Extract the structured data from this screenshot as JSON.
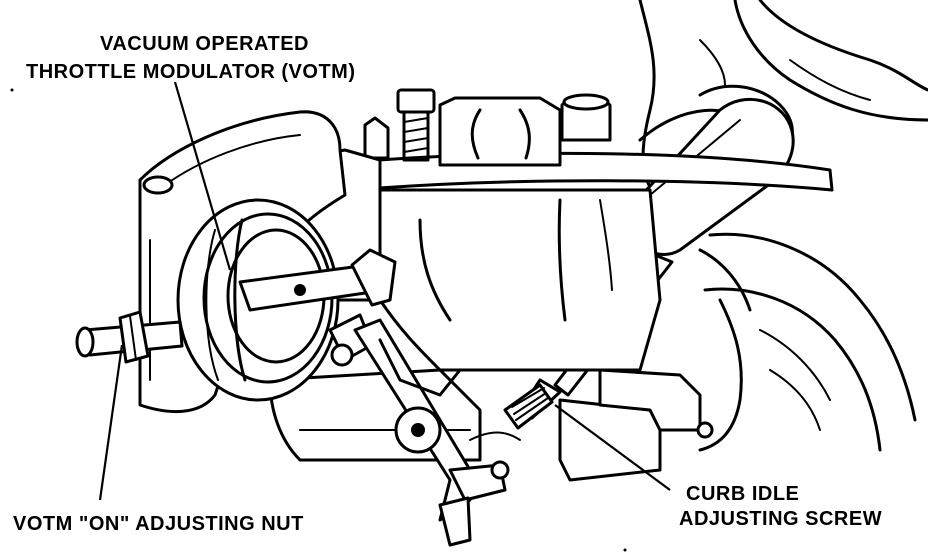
{
  "labels": {
    "votm_line1": "VACUUM OPERATED",
    "votm_line2": "THROTTLE MODULATOR (VOTM)",
    "curb_line1": "CURB IDLE",
    "curb_line2": "ADJUSTING SCREW",
    "nut": "VOTM \"ON\" ADJUSTING NUT"
  },
  "colors": {
    "ink": "#000000",
    "paper": "#ffffff"
  }
}
